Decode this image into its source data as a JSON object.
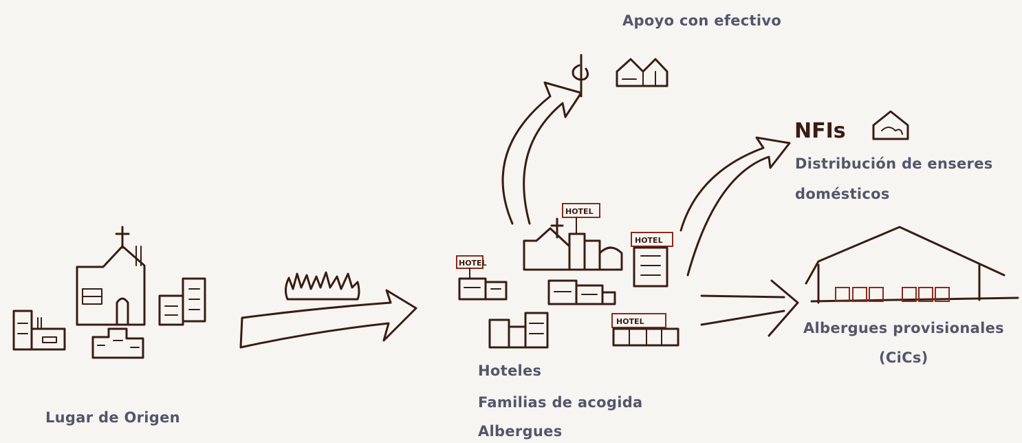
{
  "labels": {
    "origin": "Lugar de Origen",
    "cash": "Apoyo con efectivo",
    "nfi_line1": "Distribución de enseres",
    "nfi_line2": "domésticos",
    "shelter_line1": "Albergues provisionales",
    "shelter_line2": "(CiCs)",
    "host_line1": "Hoteles",
    "host_line2": "Familias de acogida",
    "host_line3": "Albergues"
  },
  "sketch_text": {
    "nfis": "NFIs",
    "hotel": "HOTEL"
  },
  "colors": {
    "ink": "#3a1c12",
    "label": "#55556a",
    "paper": "#f6f5f2"
  }
}
